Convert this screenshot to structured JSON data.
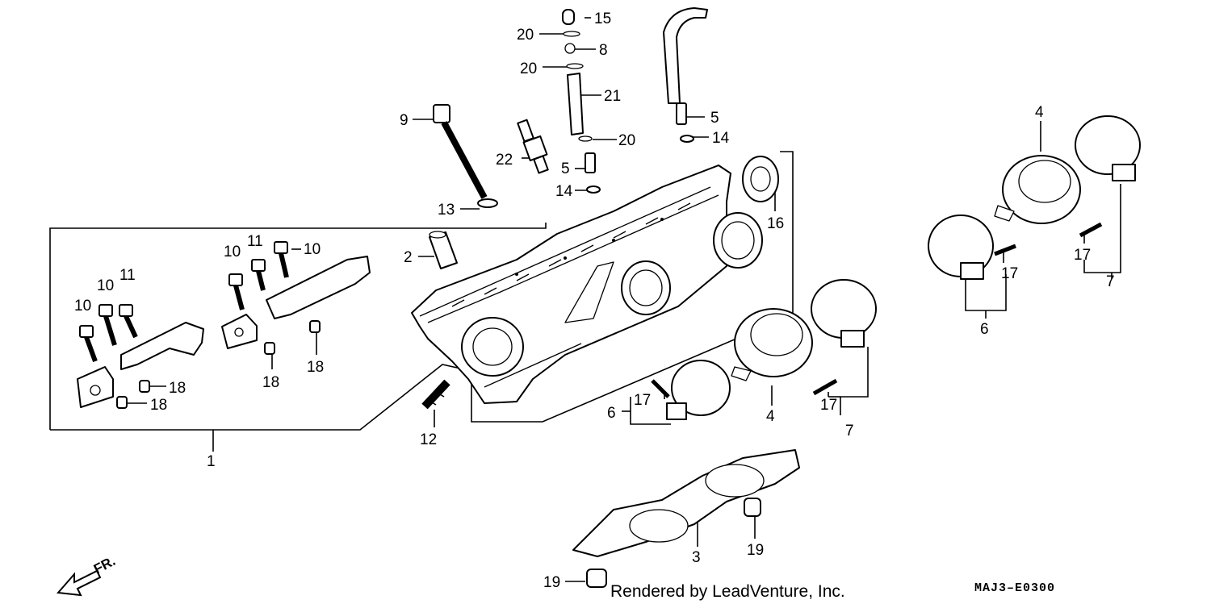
{
  "callouts": {
    "p1": "1",
    "p2": "2",
    "p3": "3",
    "p4a": "4",
    "p4b": "4",
    "p5a": "5",
    "p5b": "5",
    "p6a": "6",
    "p6b": "6",
    "p7a": "7",
    "p7b": "7",
    "p8": "8",
    "p9": "9",
    "p10a": "10",
    "p10b": "10",
    "p10c": "10",
    "p10d": "10",
    "p11a": "11",
    "p11b": "11",
    "p12": "12",
    "p13": "13",
    "p14a": "14",
    "p14b": "14",
    "p15": "15",
    "p16": "16",
    "p17a": "17",
    "p17b": "17",
    "p17c": "17",
    "p17d": "17",
    "p18a": "18",
    "p18b": "18",
    "p18c": "18",
    "p18d": "18",
    "p19a": "19",
    "p19b": "19",
    "p20a": "20",
    "p20b": "20",
    "p20c": "20",
    "p21": "21",
    "p22": "22"
  },
  "footer": {
    "credit": "Rendered by LeadVenture, Inc.",
    "diagram_code": "MAJ3–E0300",
    "front_marker": "FR."
  },
  "colors": {
    "line": "#000000",
    "background": "#ffffff"
  }
}
